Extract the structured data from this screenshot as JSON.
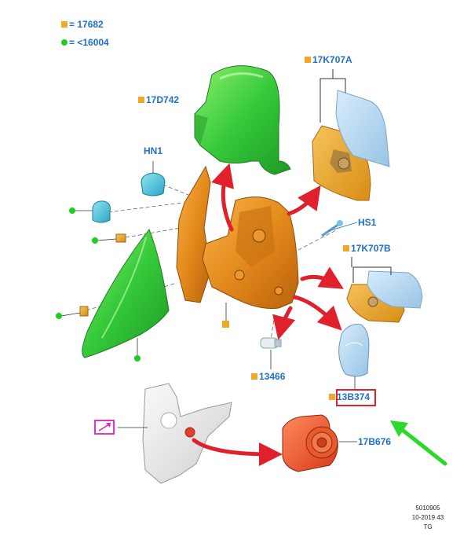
{
  "legend": {
    "square_label": "= 17682",
    "circle_label": "= <16004"
  },
  "parts": {
    "p_17D742": "17D742",
    "p_17K707A": "17K707A",
    "p_HN1": "HN1",
    "p_HS1": "HS1",
    "p_17K707B": "17K707B",
    "p_13466": "13466",
    "p_13B374": "13B374",
    "p_17B676": "17B676"
  },
  "footer": {
    "line1": "5010905",
    "line2": "10-2019 43",
    "line3": "TG"
  },
  "colors": {
    "label_blue": "#1f6fc8",
    "square_orange": "#f5a623",
    "circle_green": "#22cc22",
    "arrow_red": "#e0202a",
    "highlight_red": "#e0202a",
    "pointer_green": "#2bd82b",
    "ref_magenta": "#e020c0"
  },
  "icons": {
    "reference_icon": "arrow-ref-icon"
  }
}
